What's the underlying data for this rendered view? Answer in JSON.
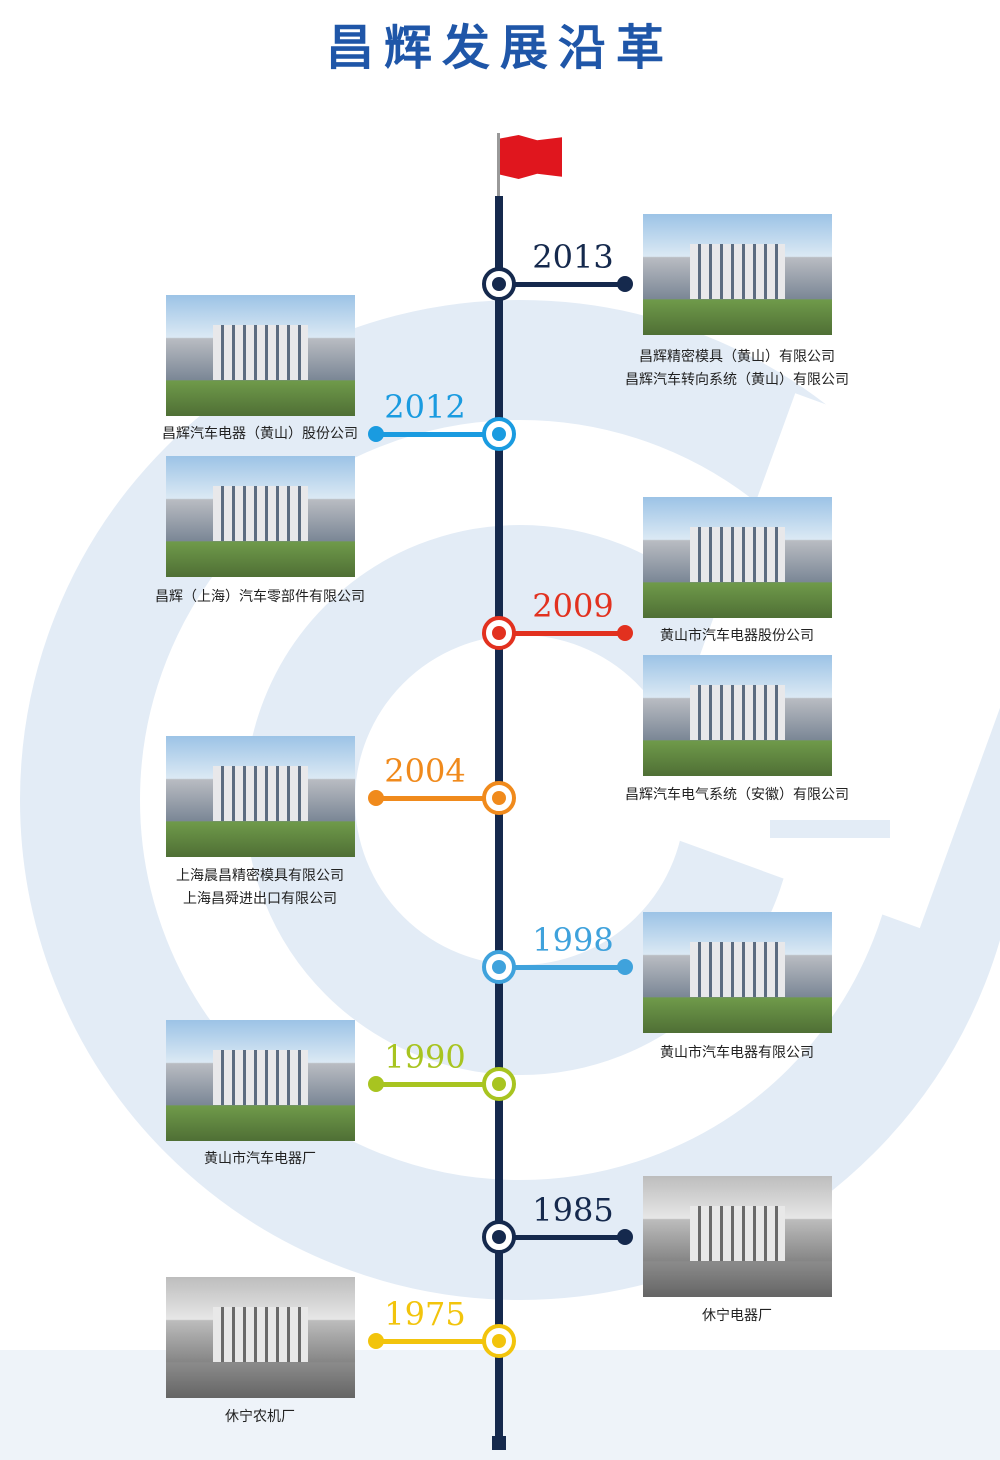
{
  "title": "昌辉发展沿革",
  "colors": {
    "navy": "#15294d",
    "blue": "#1a9be0",
    "red": "#e2311f",
    "orange": "#f08a1c",
    "sky": "#3fa2dc",
    "lime": "#a8c420",
    "yellow": "#f2c40c",
    "ring": "#e3ecf6"
  },
  "milestones": [
    {
      "year": "2013",
      "side": "right",
      "color": "#15294d",
      "captions": [
        "昌辉精密模具（黄山）有限公司",
        "昌辉汽车转向系统（黄山）有限公司"
      ]
    },
    {
      "year": "2012",
      "side": "left",
      "color": "#1a9be0",
      "captions": [
        "昌辉汽车电器（黄山）股份公司"
      ],
      "extra_caption": "昌辉（上海）汽车零部件有限公司"
    },
    {
      "year": "2009",
      "side": "right",
      "color": "#e2311f",
      "captions": [
        "黄山市汽车电器股份公司"
      ],
      "extra_caption": "昌辉汽车电气系统（安徽）有限公司"
    },
    {
      "year": "2004",
      "side": "left",
      "color": "#f08a1c",
      "captions": [
        "上海晨昌精密模具有限公司",
        "上海昌舜进出口有限公司"
      ]
    },
    {
      "year": "1998",
      "side": "right",
      "color": "#3fa2dc",
      "captions": [
        "黄山市汽车电器有限公司"
      ]
    },
    {
      "year": "1990",
      "side": "left",
      "color": "#a8c420",
      "captions": [
        "黄山市汽车电器厂"
      ]
    },
    {
      "year": "1985",
      "side": "right",
      "color": "#15294d",
      "captions": [
        "休宁电器厂"
      ]
    },
    {
      "year": "1975",
      "side": "left",
      "color": "#f2c40c",
      "captions": [
        "休宁农机厂"
      ]
    }
  ]
}
